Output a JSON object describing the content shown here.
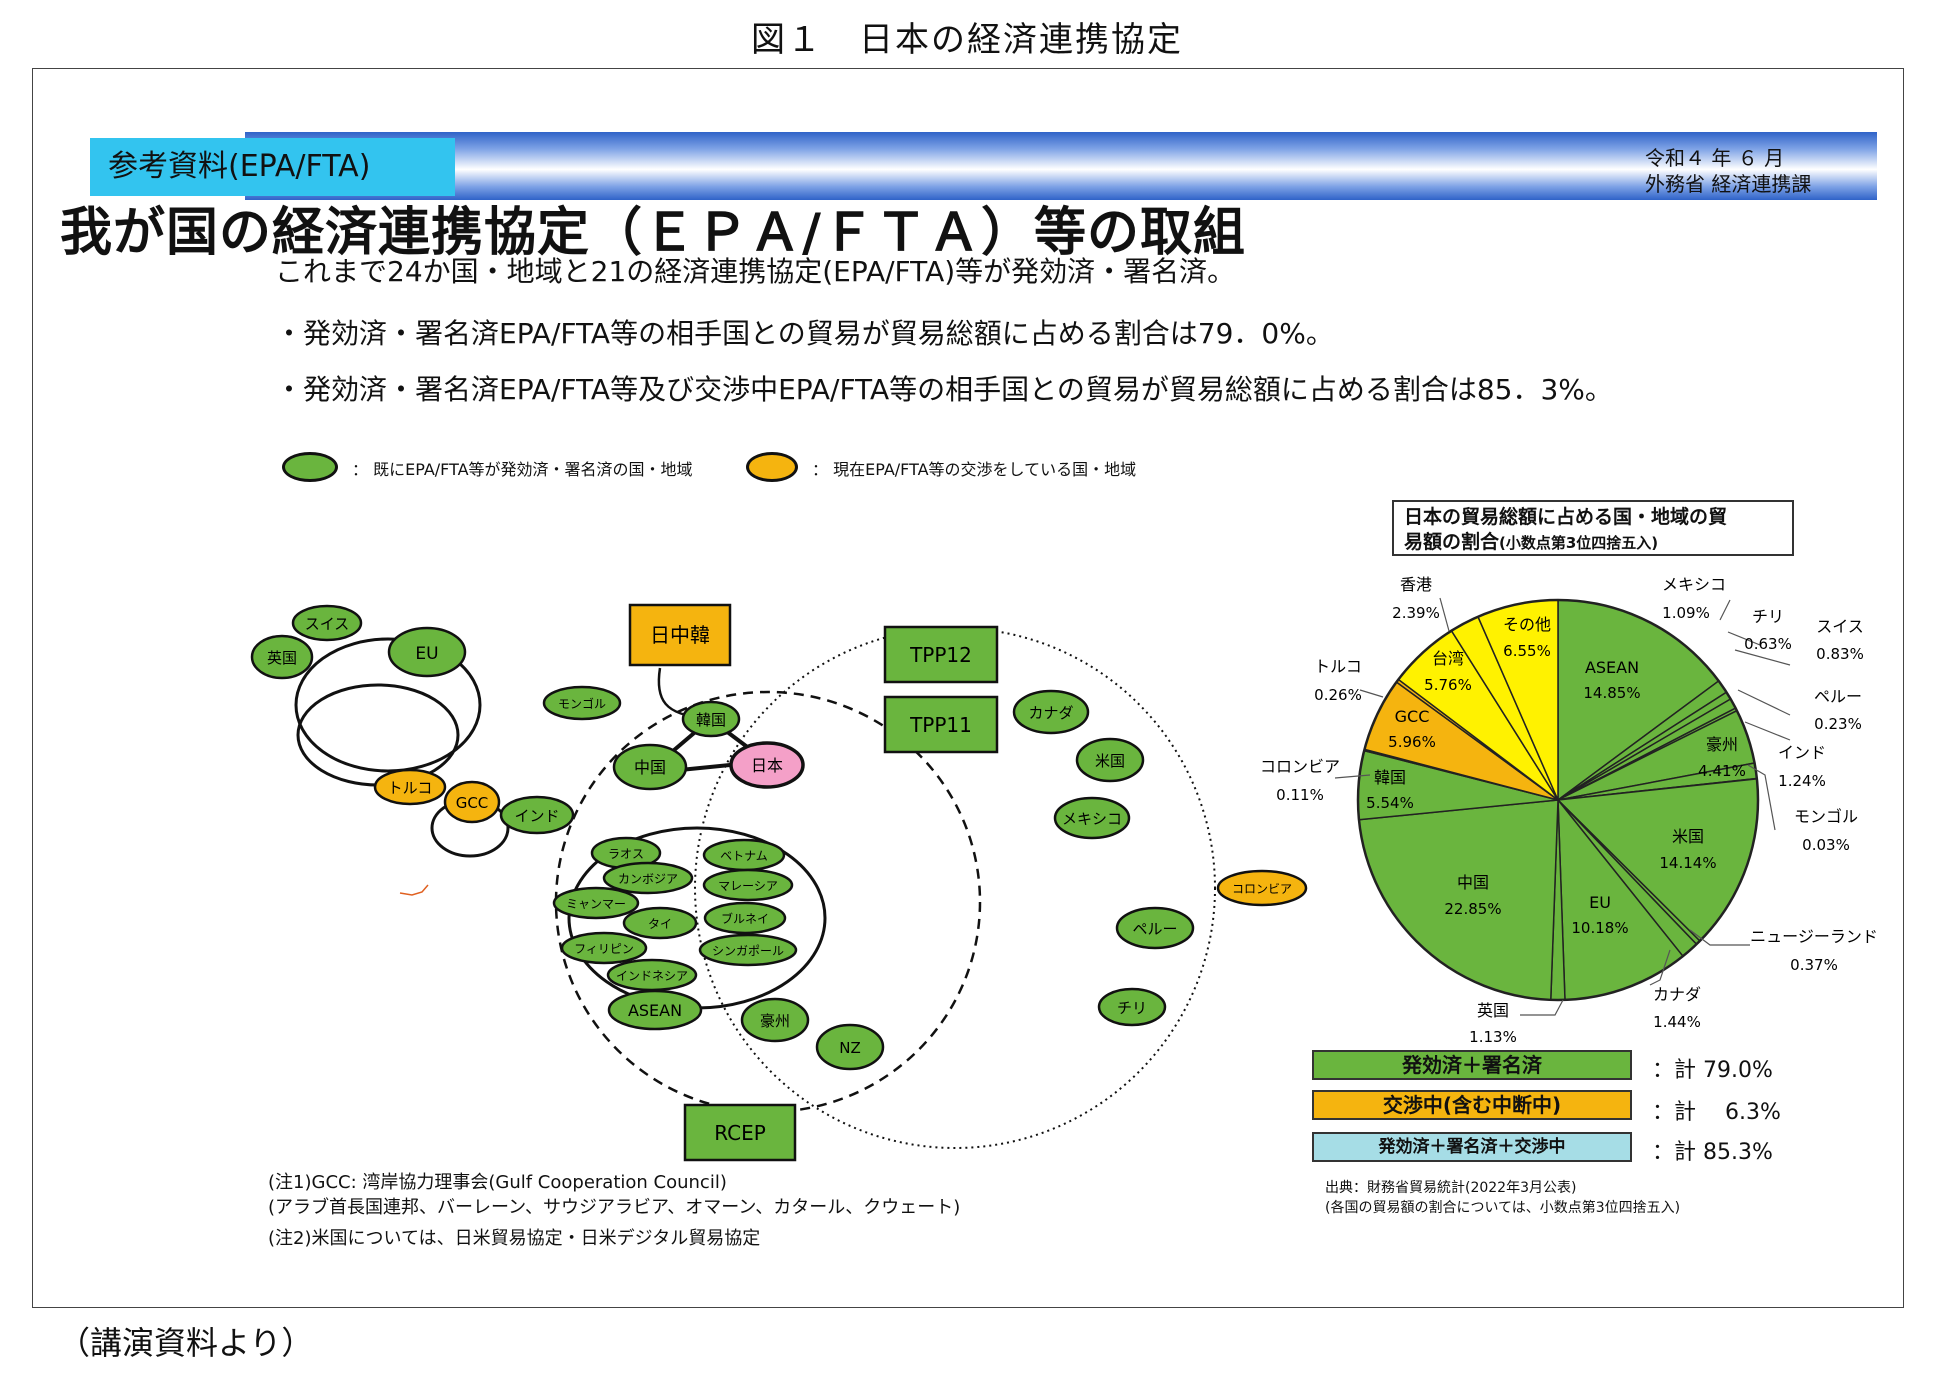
{
  "figure_title": "図１　日本の経済連携協定",
  "banner": {
    "tag": "参考資料(EPA/FTA)",
    "date": "令和４ 年 ６ 月",
    "org": "外務省 経済連携課"
  },
  "main_title": "我が国の経済連携協定（ＥＰＡ/ＦＴＡ）等の取組",
  "intro": [
    "これまで24か国・地域と21の経済連携協定(EPA/FTA)等が発効済・署名済。",
    "・発効済・署名済EPA/FTA等の相手国との貿易が貿易総額に占める割合は79．0%。",
    "・発効済・署名済EPA/FTA等及び交渉中EPA/FTA等の相手国との貿易が貿易総額に占める割合は85．3%。"
  ],
  "legend": {
    "green": "： 既にEPA/FTA等が発効済・署名済の国・地域",
    "orange": "： 現在EPA/FTA等の交渉をしている国・地域"
  },
  "colors": {
    "green": "#6ab53e",
    "orange": "#f5b40f",
    "yellow": "#fff200",
    "pink": "#f4a0c8",
    "lightblue": "#a6dde6"
  },
  "diagram": {
    "boxes": {
      "nitchukan": "日中韓",
      "tpp12": "TPP12",
      "tpp11": "TPP11",
      "rcep": "RCEP"
    },
    "nodes": {
      "swiss": "スイス",
      "uk": "英国",
      "eu": "EU",
      "turkey": "トルコ",
      "gcc": "GCC",
      "india": "インド",
      "mongol": "モンゴル",
      "korea": "韓国",
      "china": "中国",
      "japan": "日本",
      "laos": "ラオス",
      "cambodia": "カンボジア",
      "myanmar": "ミャンマー",
      "thai": "タイ",
      "philippines": "フィリピン",
      "indonesia": "インドネシア",
      "vietnam": "ベトナム",
      "malaysia": "マレーシア",
      "brunei": "ブルネイ",
      "singapore": "シンガポール",
      "asean": "ASEAN",
      "australia": "豪州",
      "nz": "NZ",
      "canada": "カナダ",
      "us": "米国",
      "mexico": "メキシコ",
      "colombia": "コロンビア",
      "peru": "ペルー",
      "chile": "チリ"
    }
  },
  "pie_title": {
    "line1": "日本の貿易総額に占める国・地域の貿",
    "line2": "易額の割合",
    "note": "(小数点第3位四捨五入)"
  },
  "chart_data": {
    "type": "pie",
    "slices": [
      {
        "label": "ASEAN",
        "value": 14.85,
        "color": "#6ab53e"
      },
      {
        "label": "メキシコ",
        "value": 1.09,
        "color": "#6ab53e"
      },
      {
        "label": "チリ",
        "value": 0.63,
        "color": "#6ab53e"
      },
      {
        "label": "スイス",
        "value": 0.83,
        "color": "#6ab53e"
      },
      {
        "label": "ペルー",
        "value": 0.23,
        "color": "#6ab53e"
      },
      {
        "label": "豪州",
        "value": 4.41,
        "color": "#6ab53e"
      },
      {
        "label": "インド",
        "value": 1.24,
        "color": "#6ab53e"
      },
      {
        "label": "モンゴル",
        "value": 0.03,
        "color": "#6ab53e"
      },
      {
        "label": "米国",
        "value": 14.14,
        "color": "#6ab53e"
      },
      {
        "label": "ニュージーランド",
        "value": 0.37,
        "color": "#6ab53e"
      },
      {
        "label": "カナダ",
        "value": 1.44,
        "color": "#6ab53e"
      },
      {
        "label": "EU",
        "value": 10.18,
        "color": "#6ab53e"
      },
      {
        "label": "英国",
        "value": 1.13,
        "color": "#6ab53e"
      },
      {
        "label": "中国",
        "value": 22.85,
        "color": "#6ab53e"
      },
      {
        "label": "韓国",
        "value": 5.54,
        "color": "#6ab53e"
      },
      {
        "label": "コロンビア",
        "value": 0.11,
        "color": "#f5b40f"
      },
      {
        "label": "GCC",
        "value": 5.96,
        "color": "#f5b40f"
      },
      {
        "label": "トルコ",
        "value": 0.26,
        "color": "#f5b40f"
      },
      {
        "label": "台湾",
        "value": 5.76,
        "color": "#fff200"
      },
      {
        "label": "香港",
        "value": 2.39,
        "color": "#fff200"
      },
      {
        "label": "その他",
        "value": 6.55,
        "color": "#fff200"
      }
    ]
  },
  "pie_labels": {
    "asean": [
      "ASEAN",
      "14.85%"
    ],
    "mexico": [
      "メキシコ",
      "1.09%"
    ],
    "chile": [
      "チリ",
      "0.63%"
    ],
    "swiss": [
      "スイス",
      "0.83%"
    ],
    "peru": [
      "ペルー",
      "0.23%"
    ],
    "australia": [
      "豪州",
      "4.41%"
    ],
    "india": [
      "インド",
      "1.24%"
    ],
    "mongol": [
      "モンゴル",
      "0.03%"
    ],
    "us": [
      "米国",
      "14.14%"
    ],
    "nz": [
      "ニュージーランド",
      "0.37%"
    ],
    "canada": [
      "カナダ",
      "1.44%"
    ],
    "eu": [
      "EU",
      "10.18%"
    ],
    "uk": [
      "英国",
      "1.13%"
    ],
    "china": [
      "中国",
      "22.85%"
    ],
    "korea": [
      "韓国",
      "5.54%"
    ],
    "colombia": [
      "コロンビア",
      "0.11%"
    ],
    "gcc": [
      "GCC",
      "5.96%"
    ],
    "turkey": [
      "トルコ",
      "0.26%"
    ],
    "taiwan": [
      "台湾",
      "5.76%"
    ],
    "hongkong": [
      "香港",
      "2.39%"
    ],
    "other": [
      "その他",
      "6.55%"
    ]
  },
  "totals": [
    {
      "label": "発効済＋署名済",
      "value": "：計 79.0%",
      "color": "#6ab53e"
    },
    {
      "label": "交渉中(含む中断中)",
      "value": "：計 　6.3%",
      "color": "#f5b40f"
    },
    {
      "label": "発効済＋署名済＋交渉中",
      "value": "：計 85.3%",
      "color": "#a6dde6"
    }
  ],
  "source": [
    "出典：財務省貿易統計(2022年3月公表)",
    "(各国の貿易額の割合については、小数点第3位四捨五入)"
  ],
  "notes": [
    "(注1)GCC: 湾岸協力理事会(Gulf Cooperation Council)",
    "(アラブ首長国連邦、バーレーン、サウジアラビア、オマーン、カタール、クウェート)",
    "(注2)米国については、日米貿易協定・日米デジタル貿易協定"
  ],
  "footer": "（講演資料より）"
}
